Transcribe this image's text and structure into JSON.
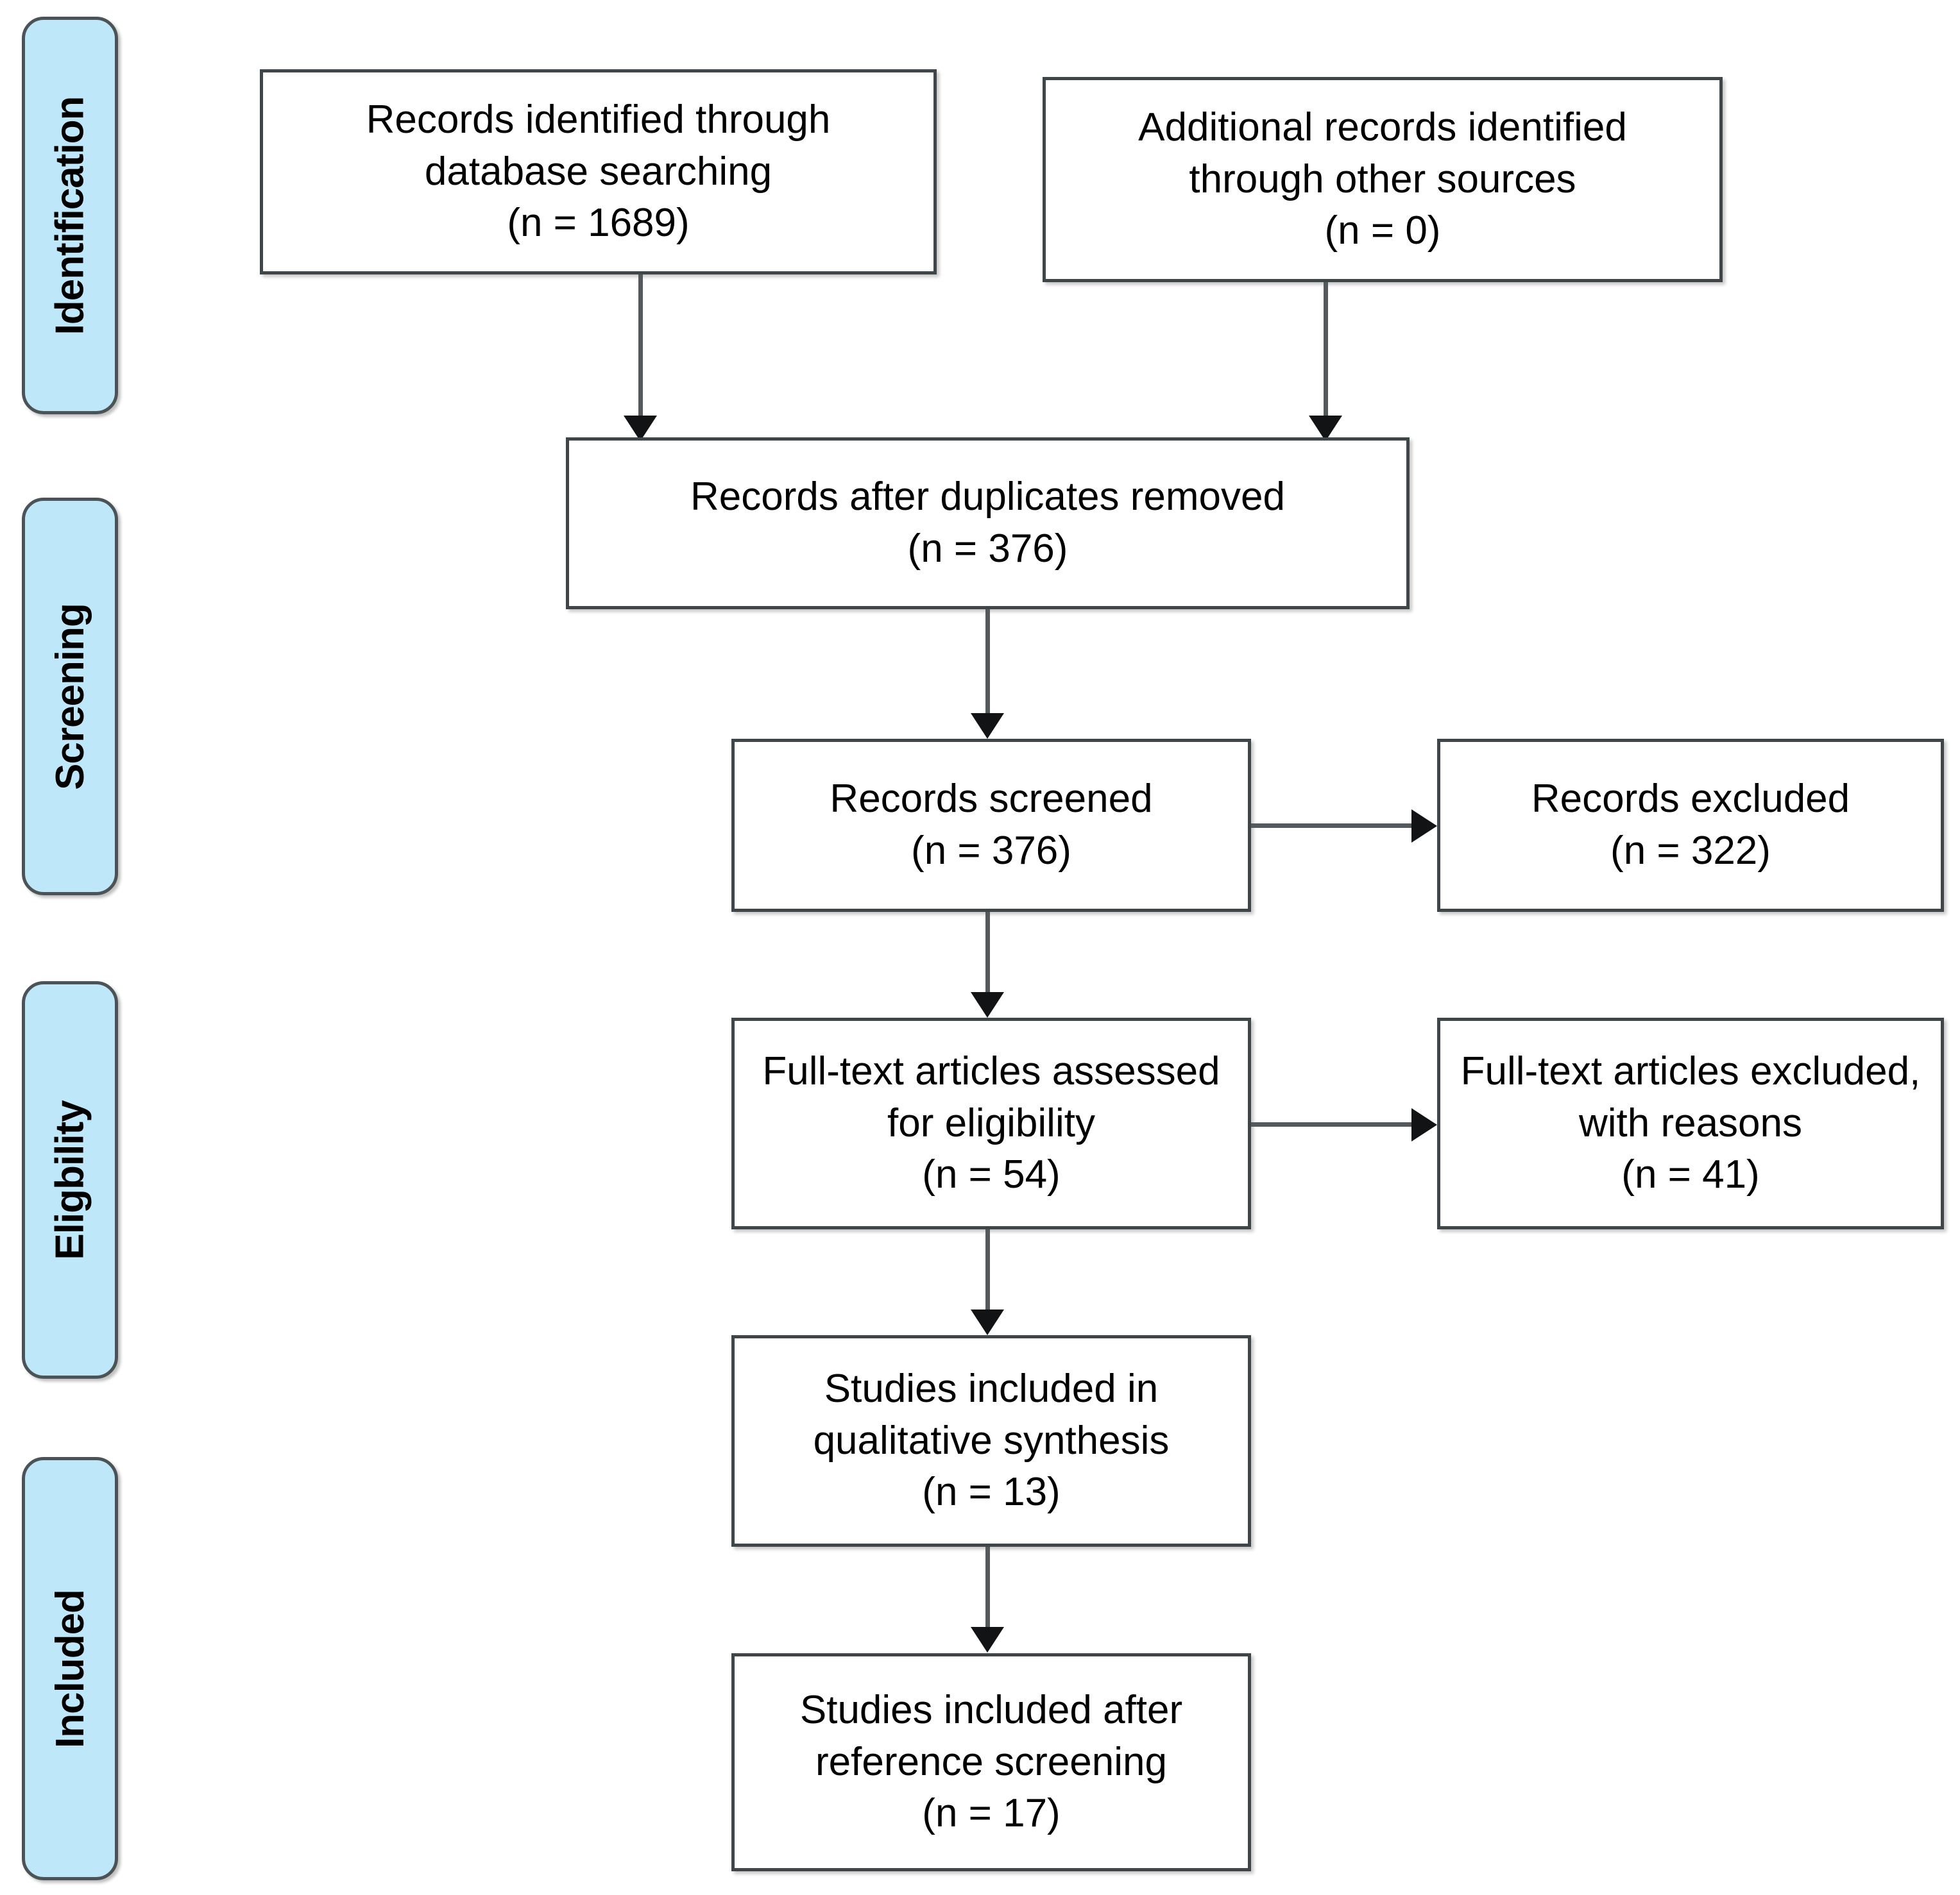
{
  "figure": {
    "type": "prisma-flow-diagram",
    "background_color": "#ffffff",
    "stage_fill_color": "#bfe7fa",
    "stage_border_color": "#4c5356",
    "box_border_color": "#3f4649",
    "connector_color": "#54595c"
  },
  "stages": [
    {
      "id": "identification",
      "label": "Identification"
    },
    {
      "id": "screening",
      "label": "Screening"
    },
    {
      "id": "eligibility",
      "label": "Eligbility"
    },
    {
      "id": "included",
      "label": "Included"
    }
  ],
  "boxes": {
    "records_identified": {
      "line1": "Records identified through",
      "line2": "database searching",
      "line3": "(n = 1689)",
      "count": 1689
    },
    "additional_records": {
      "line1": "Additional records identified",
      "line2": "through other sources",
      "line3": "(n = 0)",
      "count": 0
    },
    "duplicates_removed": {
      "line1": "Records after duplicates removed",
      "line2": "(n = 376)",
      "count": 376
    },
    "records_screened": {
      "line1": "Records screened",
      "line2": "(n = 376)",
      "count": 376
    },
    "records_excluded": {
      "line1": "Records excluded",
      "line2": "(n = 322)",
      "count": 322
    },
    "fulltext_assessed": {
      "line1": "Full-text articles assessed",
      "line2": "for eligibility",
      "line3": "(n = 54)",
      "count": 54
    },
    "fulltext_excluded": {
      "line1": "Full-text articles excluded,",
      "line2": "with reasons",
      "line3": "(n = 41)",
      "count": 41
    },
    "qualitative_synthesis": {
      "line1": "Studies included in",
      "line2": "qualitative synthesis",
      "line3": "(n = 13)",
      "count": 13
    },
    "after_reference_screening": {
      "line1": "Studies included after",
      "line2": "reference screening",
      "line3": "(n = 17)",
      "count": 17
    }
  },
  "chart_data": {
    "type": "diagram",
    "title": "PRISMA flow diagram",
    "nodes": [
      {
        "id": "records_identified",
        "label": "Records identified through database searching",
        "n": 1689,
        "stage": "Identification"
      },
      {
        "id": "additional_records",
        "label": "Additional records identified through other sources",
        "n": 0,
        "stage": "Identification"
      },
      {
        "id": "duplicates_removed",
        "label": "Records after duplicates removed",
        "n": 376,
        "stage": "Screening"
      },
      {
        "id": "records_screened",
        "label": "Records screened",
        "n": 376,
        "stage": "Screening"
      },
      {
        "id": "records_excluded",
        "label": "Records excluded",
        "n": 322,
        "stage": "Screening"
      },
      {
        "id": "fulltext_assessed",
        "label": "Full-text articles assessed for eligibility",
        "n": 54,
        "stage": "Eligbility"
      },
      {
        "id": "fulltext_excluded",
        "label": "Full-text articles excluded, with reasons",
        "n": 41,
        "stage": "Eligbility"
      },
      {
        "id": "qualitative_synthesis",
        "label": "Studies included in qualitative synthesis",
        "n": 13,
        "stage": "Included"
      },
      {
        "id": "after_reference_screening",
        "label": "Studies included after reference screening",
        "n": 17,
        "stage": "Included"
      }
    ],
    "edges": [
      {
        "from": "records_identified",
        "to": "duplicates_removed"
      },
      {
        "from": "additional_records",
        "to": "duplicates_removed"
      },
      {
        "from": "duplicates_removed",
        "to": "records_screened"
      },
      {
        "from": "records_screened",
        "to": "records_excluded"
      },
      {
        "from": "records_screened",
        "to": "fulltext_assessed"
      },
      {
        "from": "fulltext_assessed",
        "to": "fulltext_excluded"
      },
      {
        "from": "fulltext_assessed",
        "to": "qualitative_synthesis"
      },
      {
        "from": "qualitative_synthesis",
        "to": "after_reference_screening"
      }
    ]
  }
}
